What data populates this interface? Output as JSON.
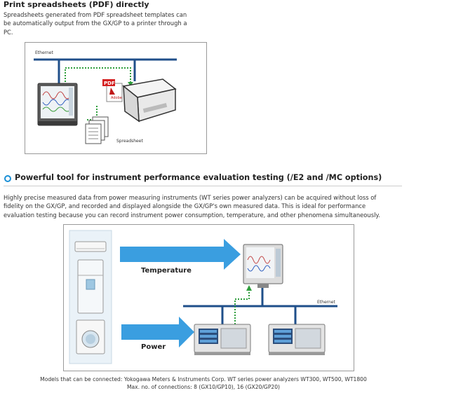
{
  "section1": {
    "heading": "Print spreadsheets (PDF) directly",
    "body_lines": [
      "Spreadsheets generated from PDF spreadsheet templates can",
      "be automatically output from the GX/GP to a printer through a",
      "PC."
    ],
    "figure": {
      "ethernet_label": "Ethernet",
      "pdf_label": "PDF",
      "adobe_label": "Adobe",
      "spreadsheet_label": "Spreadsheet"
    }
  },
  "section2": {
    "heading": "Powerful tool for instrument performance evaluation testing (/E2 and /MC options)",
    "body_lines": [
      "Highly precise measured data from power measuring instruments (WT series power analyzers) can be acquired without loss of",
      "fidelity on the GX/GP, and recorded and displayed alongside the GX/GP's own measured data. This is ideal for performance",
      "evaluation testing because you can record instrument power consumption, temperature, and other phenomena simultaneously."
    ],
    "figure": {
      "temperature_label": "Temperature",
      "power_label": "Power",
      "ethernet_label": "Ethernet"
    },
    "footnotes": [
      "Models that can be connected: Yokogawa Meters & Instruments Corp. WT series power analyzers WT300, WT500, WT1800",
      "Max. no. of connections: 8 (GX10/GP10), 16 (GX20/GP20)"
    ]
  },
  "colors": {
    "network_blue": "#1f4f8a",
    "arrow_blue": "#3a9ee0",
    "dotted_green": "#2e9e3c",
    "bullet_blue": "#1a8fd6"
  }
}
